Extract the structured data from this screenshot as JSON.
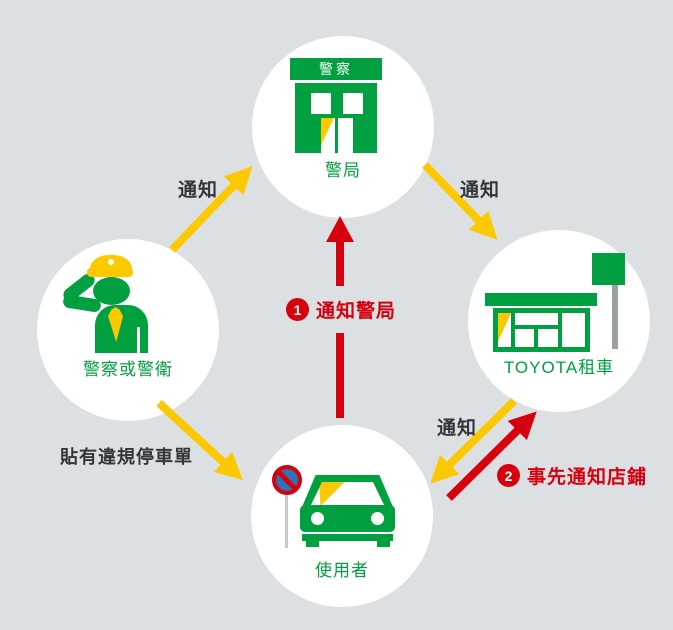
{
  "colors": {
    "background": "#dce0e3",
    "green": "#00a040",
    "yellow": "#fcc800",
    "red": "#d7000f",
    "dark_text": "#33373a",
    "sign_blue": "#2f72b6",
    "white": "#ffffff"
  },
  "nodes": {
    "police_station": {
      "caption": "警局",
      "sign_text": "警察"
    },
    "toyota_store": {
      "caption": "TOYOTA租車"
    },
    "user": {
      "caption": "使用者"
    },
    "officer": {
      "caption": "警察或警衛"
    }
  },
  "edges": {
    "officer_to_station": {
      "label": "通知",
      "color": "#fcc800",
      "from": "警察或警衛",
      "to": "警局"
    },
    "station_to_store": {
      "label": "通知",
      "color": "#fcc800",
      "from": "警局",
      "to": "TOYOTA租車"
    },
    "user_to_station": {
      "step": "1",
      "label": "通知警局",
      "color": "#d7000f",
      "from": "使用者",
      "to": "警局"
    },
    "officer_to_user": {
      "label": "貼有違規停車單",
      "color": "#fcc800",
      "from": "警察或警衛",
      "to": "使用者"
    },
    "store_to_user": {
      "label": "通知",
      "color": "#fcc800",
      "from": "TOYOTA租車",
      "to": "使用者"
    },
    "user_to_store": {
      "step": "2",
      "label": "事先通知店鋪",
      "color": "#d7000f",
      "from": "使用者",
      "to": "TOYOTA租車"
    }
  }
}
